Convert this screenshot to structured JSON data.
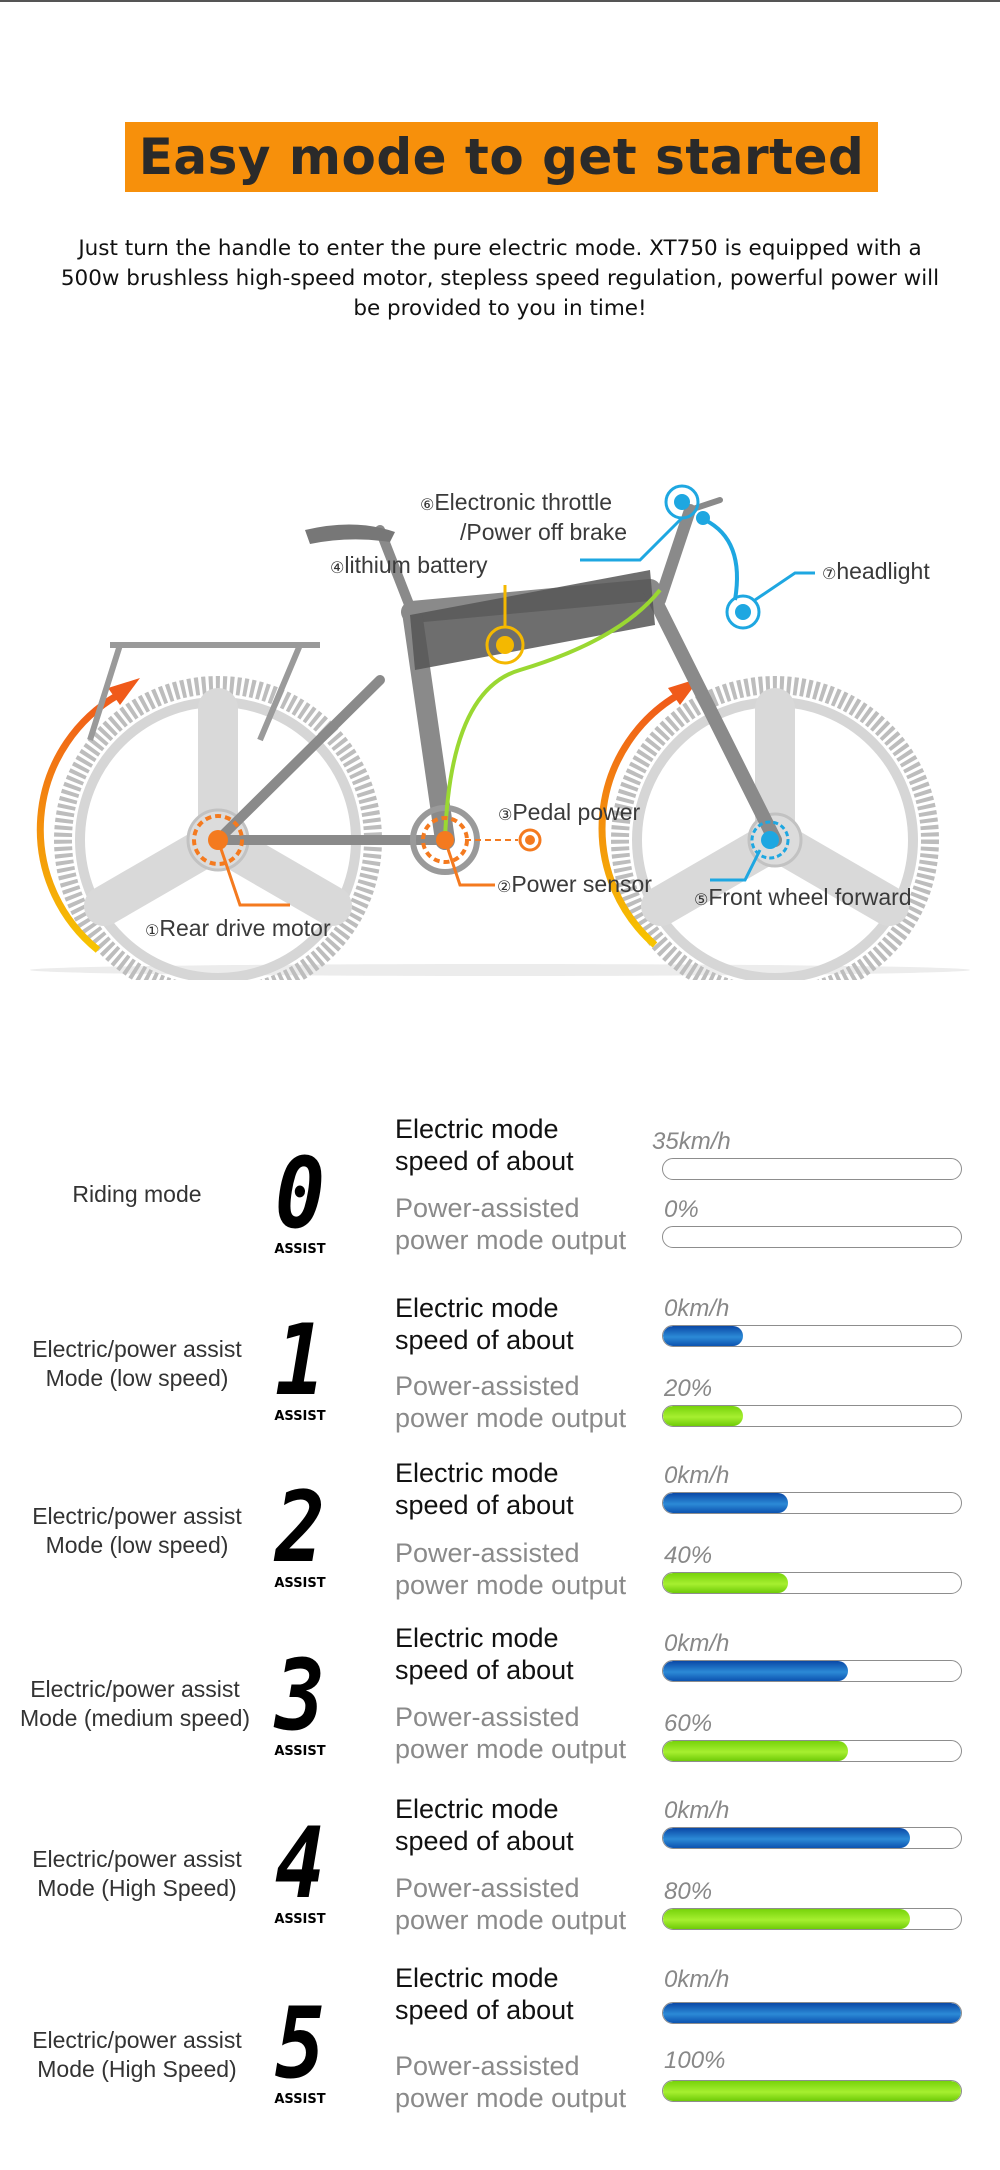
{
  "banner": {
    "title": "Easy mode to get started",
    "color": "#f7900b"
  },
  "intro": "Just turn the handle to enter the pure electric mode. XT750 is equipped with a 500w brushless high-speed motor, stepless speed regulation, powerful power will be provided to you in time!",
  "diagram": {
    "callouts": [
      {
        "num": "⑥",
        "text": "Electronic throttle"
      },
      {
        "text": "/Power off brake"
      },
      {
        "num": "④",
        "text": "lithium battery"
      },
      {
        "num": "⑦",
        "text": "headlight"
      },
      {
        "num": "③",
        "text": "Pedal power"
      },
      {
        "num": "②",
        "text": "Power sensor"
      },
      {
        "num": "①",
        "text": "Rear drive motor"
      },
      {
        "num": "⑤",
        "text": "Front wheel forward"
      }
    ],
    "colors": {
      "orange": "#f47a1f",
      "yellow": "#f4b800",
      "blue": "#1ea7e1",
      "green": "#9ad832"
    }
  },
  "assist_label": "ASSIST",
  "metric_labels": {
    "electric": "Electric mode\nspeed of about",
    "assisted": "Power-assisted\npower mode output"
  },
  "modes": [
    {
      "label": "Riding mode",
      "digit": "0",
      "speed_text": "35km/h",
      "speed_fill": 0,
      "output_text": "0%",
      "output_fill": 0
    },
    {
      "label": "Electric/power assist\nMode (low speed)",
      "digit": "1",
      "speed_text": "0km/h",
      "speed_fill": 0.27,
      "output_text": "20%",
      "output_fill": 0.27
    },
    {
      "label": "Electric/power assist\nMode (low speed)",
      "digit": "2",
      "speed_text": "0km/h",
      "speed_fill": 0.42,
      "output_text": "40%",
      "output_fill": 0.42
    },
    {
      "label": "Electric/power assist\nMode (medium speed)",
      "digit": "3",
      "speed_text": "0km/h",
      "speed_fill": 0.62,
      "output_text": "60%",
      "output_fill": 0.62
    },
    {
      "label": "Electric/power assist\nMode (High Speed)",
      "digit": "4",
      "speed_text": "0km/h",
      "speed_fill": 0.83,
      "output_text": "80%",
      "output_fill": 0.83
    },
    {
      "label": "Electric/power assist\nMode (High Speed)",
      "digit": "5",
      "speed_text": "0km/h",
      "speed_fill": 1.0,
      "output_text": "100%",
      "output_fill": 1.0
    }
  ]
}
